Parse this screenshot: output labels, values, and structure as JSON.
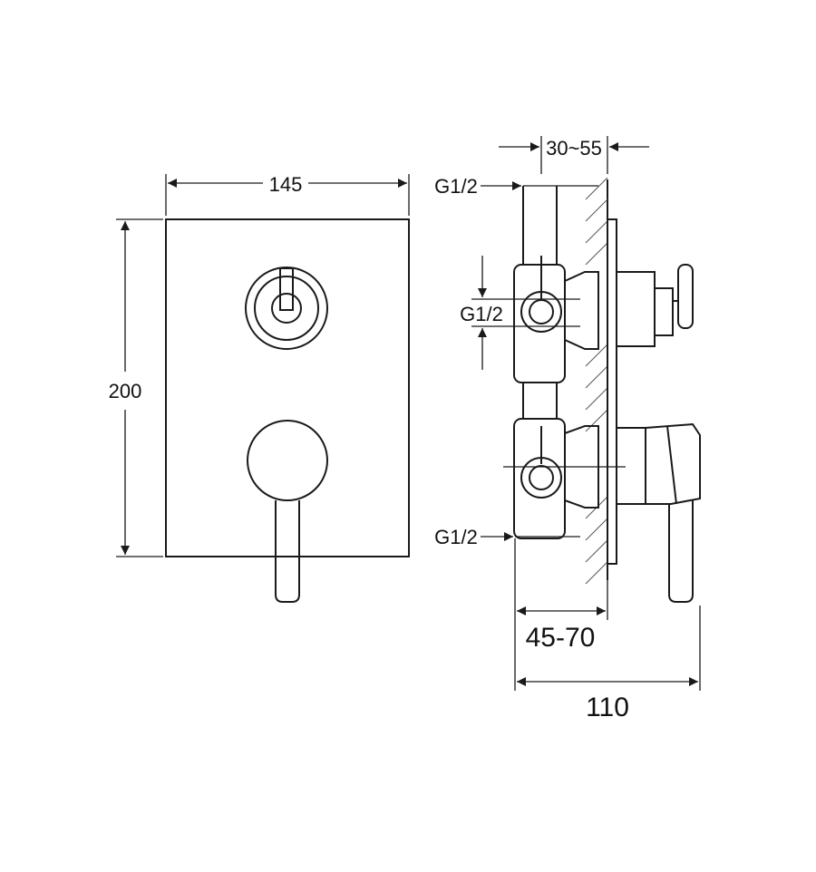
{
  "front_view": {
    "width_label": "145",
    "height_label": "200"
  },
  "side_view": {
    "offset_label": "30~55",
    "thread_top_label": "G1/2",
    "thread_mid_label": "G1/2",
    "thread_bottom_label": "G1/2",
    "depth_label": "45-70",
    "total_depth_label": "110"
  }
}
